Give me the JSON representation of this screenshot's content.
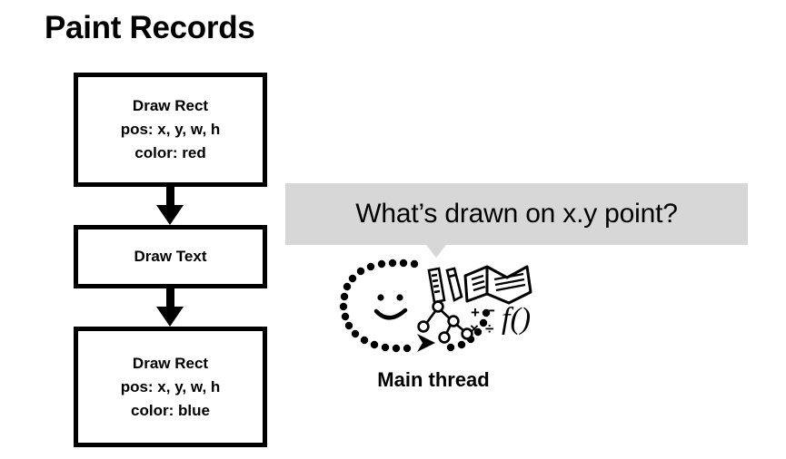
{
  "slide": {
    "title": "Paint Records",
    "background_color": "#ffffff",
    "ink_color": "#000000"
  },
  "paint_records": {
    "boxes": [
      {
        "name": "draw-rect-red",
        "lines": [
          "Draw Rect",
          "pos: x, y, w, h",
          "color: red"
        ]
      },
      {
        "name": "draw-text",
        "lines": [
          "Draw Text"
        ]
      },
      {
        "name": "draw-rect-blue",
        "lines": [
          "Draw Rect",
          "pos: x, y, w, h",
          "color: blue"
        ]
      }
    ],
    "connector_icon": "down-arrow-icon"
  },
  "question": {
    "bubble_text": "What’s drawn on x.y point?",
    "bubble_color": "#d7d7d7",
    "tail_direction": "down"
  },
  "main_thread": {
    "label": "Main thread",
    "illustration_icons": [
      "dotted-loop-icon",
      "smiley-face-icon",
      "ruler-icon",
      "pencil-icon",
      "open-book-icon",
      "tree-graph-icon",
      "math-symbols-icon",
      "function-notation-icon",
      "loop-arrowhead-icon"
    ],
    "math_symbols": [
      "+",
      "−",
      "×",
      "÷"
    ],
    "function_notation": "f()"
  }
}
